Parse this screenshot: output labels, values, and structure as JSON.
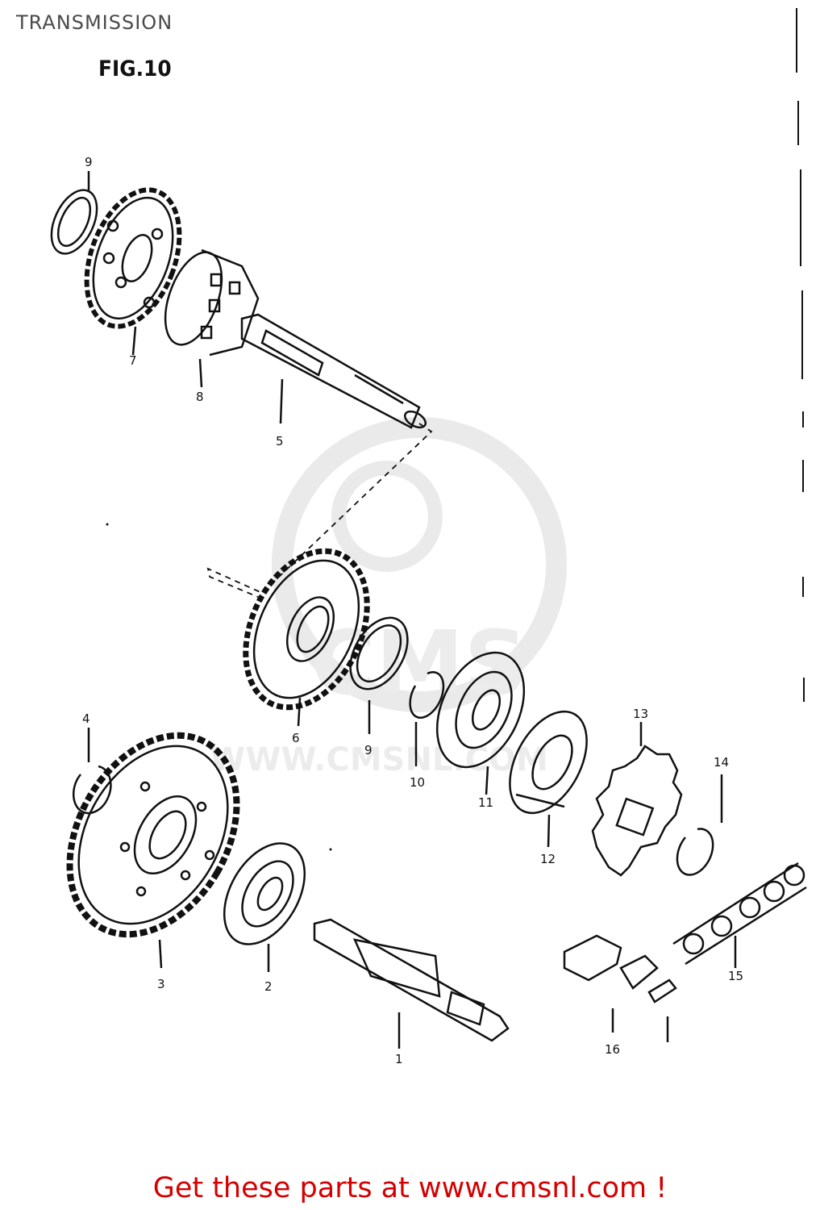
{
  "header": {
    "title": "TRANSMISSION",
    "figure": "FIG.10"
  },
  "watermark": {
    "text": "WWW.CMSNL.COM",
    "logo_text": "CMS"
  },
  "callouts": {
    "c9a": "9",
    "c7": "7",
    "c8": "8",
    "c5": "5",
    "c6": "6",
    "c9b": "9",
    "c10": "10",
    "c4": "4",
    "c11": "11",
    "c12": "12",
    "c13": "13",
    "c14": "14",
    "c3": "3",
    "c2": "2",
    "c1": "1",
    "c15": "15",
    "c16": "16"
  },
  "footer": {
    "cta": "Get these parts at www.cmsnl.com !"
  },
  "colors": {
    "line": "#111111",
    "cta": "#d40000",
    "watermark": "#d9d9d9"
  }
}
